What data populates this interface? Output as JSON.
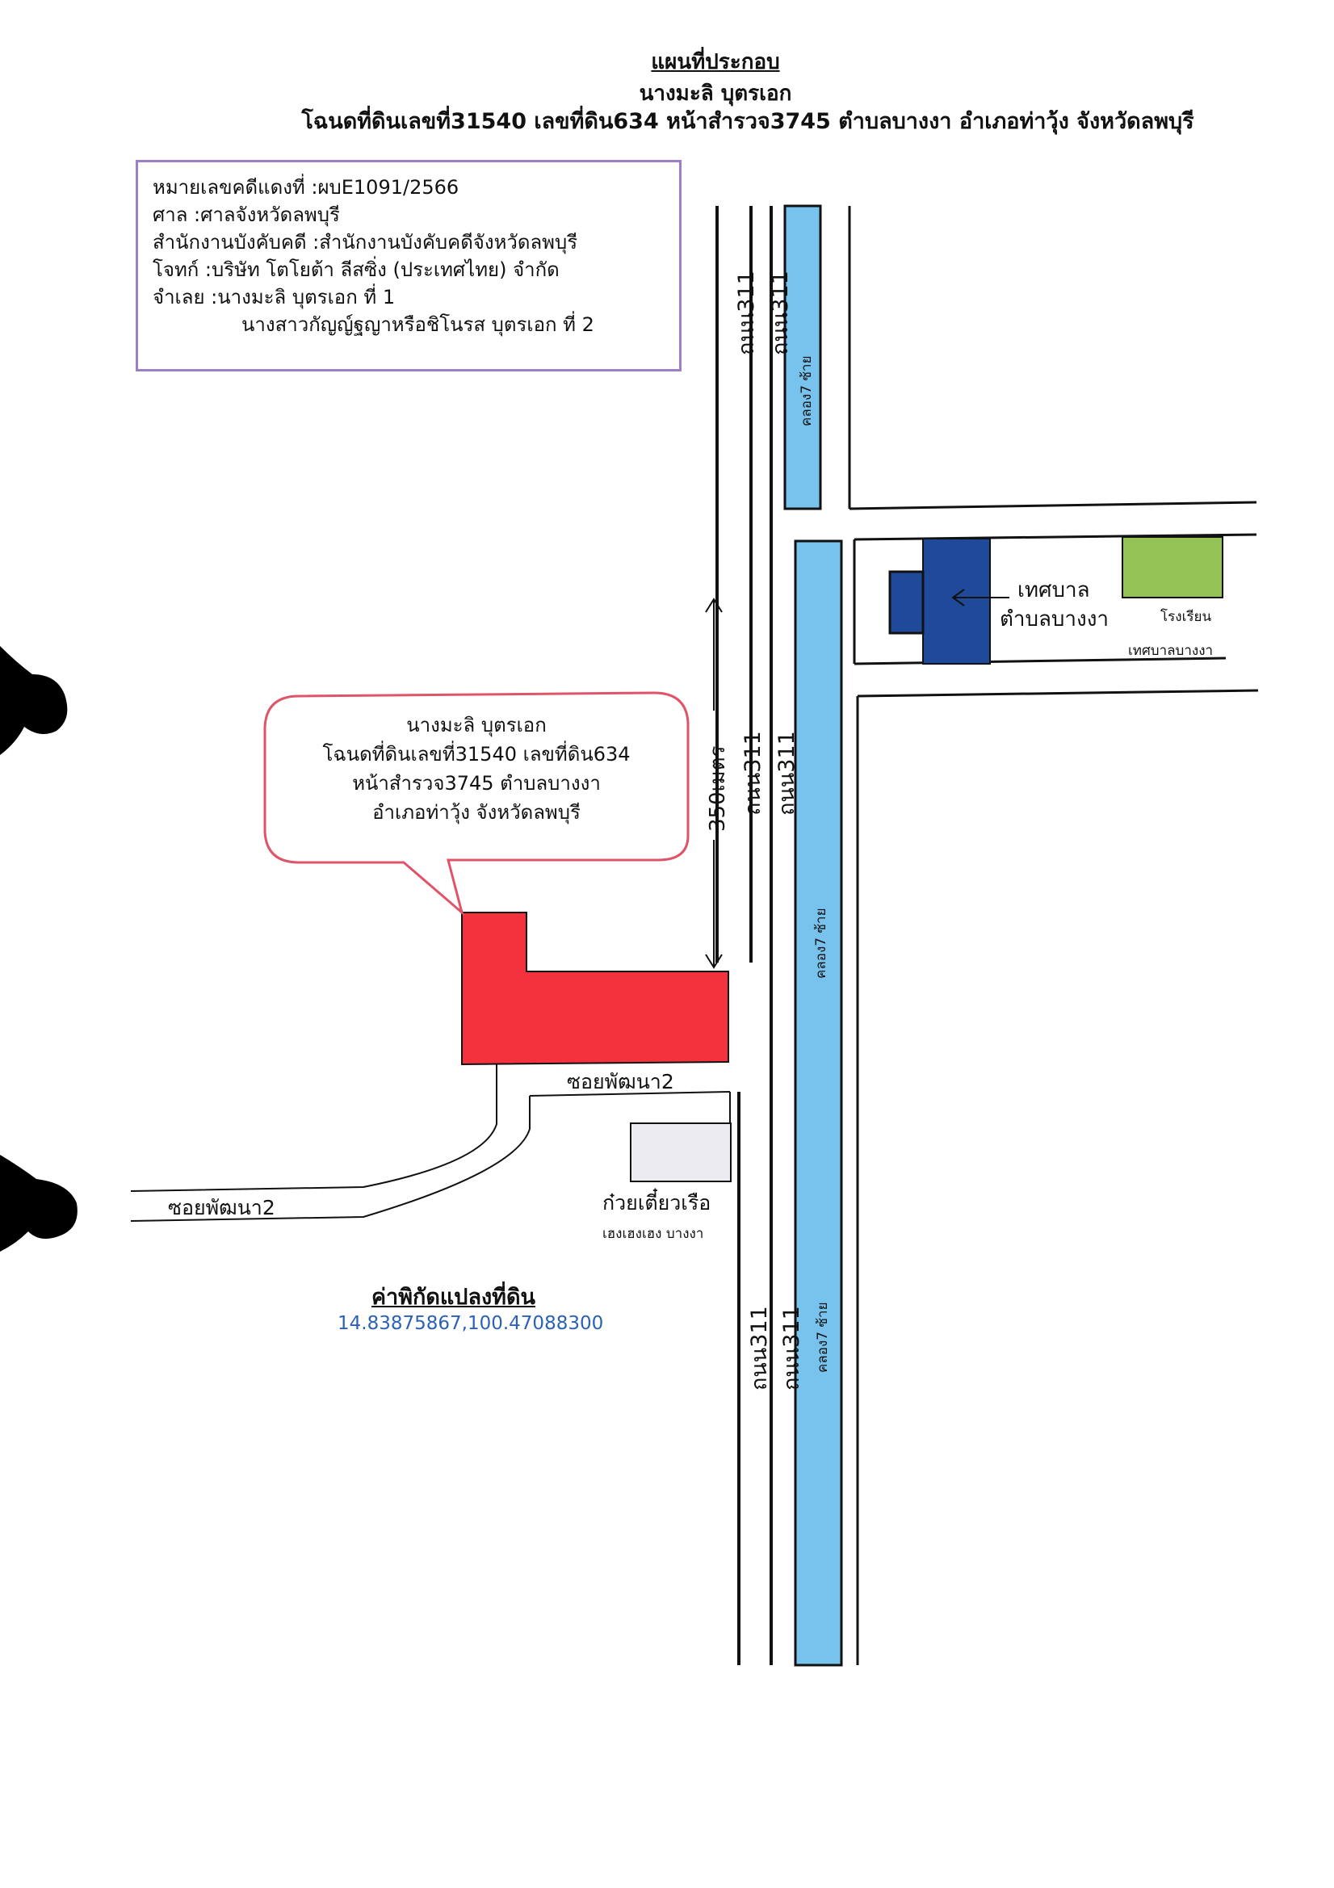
{
  "header": {
    "title": "แผนที่ประกอบ",
    "owner": "นางมะลิ บุตรเอก",
    "deed_line": "โฉนดที่ดินเลขที่31540 เลขที่ดิน634 หน้าสำรวจ3745 ตำบลบางงา อำเภอท่าวุ้ง จังหวัดลพบุรี"
  },
  "case_info": {
    "case_no": "หมายเลขคดีแดงที่ :ผบE1091/2566",
    "court": "ศาล :ศาลจังหวัดลพบุรี",
    "office": "สำนักงานบังคับคดี :สำนักงานบังคับคดีจังหวัดลพบุรี",
    "plaintiff": "โจทก์ :บริษัท โตโยต้า ลีสซิ่ง (ประเทศไทย) จำกัด",
    "defendant_1": "จำเลย :นางมะลิ บุตรเอก ที่ 1",
    "defendant_2": "นางสาวกัญญ์ฐญาหรือชิโนรส บุตรเอก ที่ 2"
  },
  "callout": {
    "line1": "นางมะลิ บุตรเอก",
    "line2": "โฉนดที่ดินเลขที่31540 เลขที่ดิน634",
    "line3": "หน้าสำรวจ3745 ตำบลบางงา",
    "line4": "อำเภอท่าวุ้ง จังหวัดลพบุรี"
  },
  "labels": {
    "road": "ถนน311",
    "canal": "คลอง7 ซ้าย",
    "distance": "350เมตร",
    "soi": "ซอยพัฒนา2",
    "municipality_line1": "เทศบาล",
    "municipality_line2": "ตำบลบางงา",
    "school": "โรงเรียน",
    "school_name": "เทศบาลบางงา",
    "noodle_shop": "ก๋วยเตี๋ยวเรือ",
    "noodle_shop_name": "เฮงเฮงเฮง บางงา",
    "coords_title": "ค่าพิกัดแปลงที่ดิน",
    "coords_value": "14.83875867,100.47088300"
  },
  "colors": {
    "land_plot": "#f4323d",
    "canal": "#77c3ee",
    "municipality": "#1f4a9a",
    "school": "#95c255",
    "shop": "#ececf0",
    "callout_border": "#e0546a",
    "case_border": "#9b7fc7",
    "coords_text": "#2c62b4"
  }
}
